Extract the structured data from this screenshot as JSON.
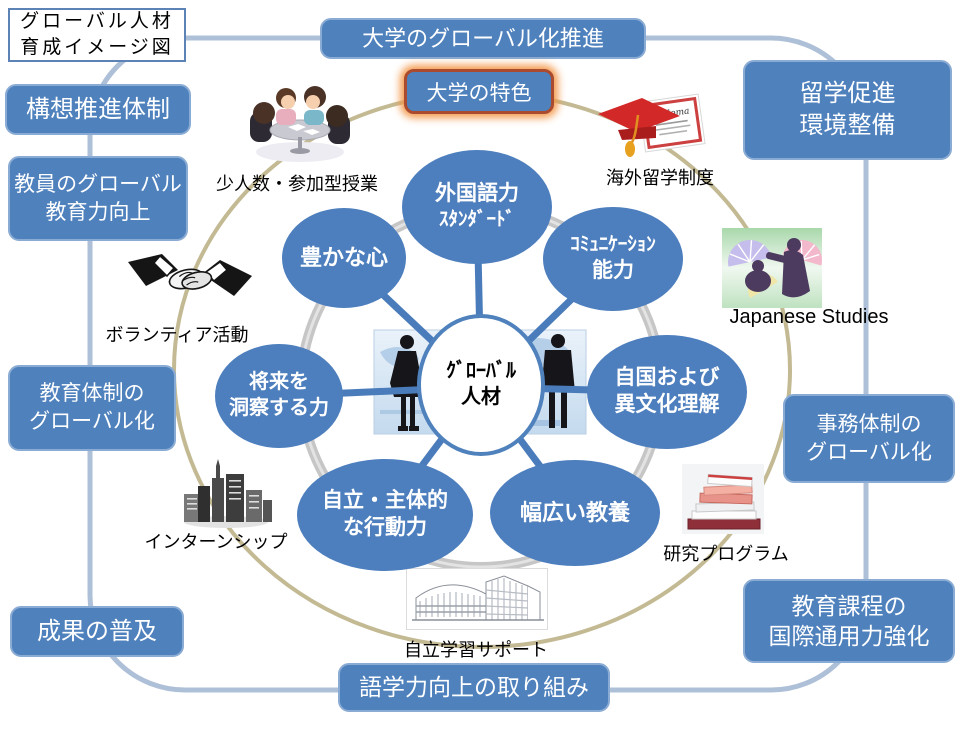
{
  "meta": {
    "title_line1": "グローバル人材",
    "title_line2": "育成イメージ図"
  },
  "feature": {
    "label": "大学の特色"
  },
  "center": {
    "line1": "ｸﾞﾛｰﾊﾞﾙ",
    "line2": "人材"
  },
  "outer_boxes": [
    {
      "id": "univ-globalization",
      "lines": [
        "大学のグローバル化推進"
      ]
    },
    {
      "id": "study-abroad-env",
      "lines": [
        "留学促進",
        "環境整備"
      ]
    },
    {
      "id": "promotion-system",
      "lines": [
        "構想推進体制"
      ]
    },
    {
      "id": "faculty-global",
      "lines": [
        "教員のグローバル",
        "教育力向上"
      ]
    },
    {
      "id": "edu-system-global",
      "lines": [
        "教育体制の",
        "グローバル化"
      ]
    },
    {
      "id": "admin-global",
      "lines": [
        "事務体制の",
        "グローバル化"
      ]
    },
    {
      "id": "outcome-spread",
      "lines": [
        "成果の普及"
      ]
    },
    {
      "id": "curriculum-intl",
      "lines": [
        "教育課程の",
        "国際通用力強化"
      ]
    },
    {
      "id": "language-improve",
      "lines": [
        "語学力向上の取り組み"
      ]
    }
  ],
  "competencies": [
    {
      "id": "foreign-language",
      "lines": [
        "外国語力",
        "ｽﾀﾝﾀﾞｰﾄﾞ"
      ]
    },
    {
      "id": "communication",
      "lines": [
        "ｺﾐｭﾆｹｰｼｮﾝ",
        "能力"
      ]
    },
    {
      "id": "rich-mind",
      "lines": [
        "豊かな心"
      ]
    },
    {
      "id": "future-insight",
      "lines": [
        "将来を",
        "洞察する力"
      ]
    },
    {
      "id": "intercultural",
      "lines": [
        "自国および",
        "異文化理解"
      ]
    },
    {
      "id": "independence",
      "lines": [
        "自立・主体的",
        "な行動力"
      ]
    },
    {
      "id": "liberal-arts",
      "lines": [
        "幅広い教養"
      ]
    }
  ],
  "programs": [
    {
      "id": "small-class",
      "label": "少人数・参加型授業",
      "icon": "group-class-icon"
    },
    {
      "id": "overseas-study",
      "label": "海外留学制度",
      "icon": "diploma-cap-icon"
    },
    {
      "id": "japanese-studies",
      "label": "Japanese Studies",
      "icon": "japanese-dance-icon"
    },
    {
      "id": "research",
      "label": "研究プログラム",
      "icon": "book-stack-icon"
    },
    {
      "id": "self-learning",
      "label": "自立学習サポート",
      "icon": "library-building-icon"
    },
    {
      "id": "internship",
      "label": "インターンシップ",
      "icon": "city-buildings-icon"
    },
    {
      "id": "volunteer",
      "label": "ボランティア活動",
      "icon": "handshake-icon"
    }
  ],
  "colors": {
    "accent_blue": "#4f81bd",
    "box_border": "#8aabd3",
    "frame_outline": "#aec0d8",
    "program_ring": "#c3ba94",
    "inner_ring": "#c6c6c6",
    "feature_border": "#aa4a2e",
    "feature_glow": "#f39646",
    "text_on_blue": "#ffffff",
    "text_black": "#000000"
  }
}
